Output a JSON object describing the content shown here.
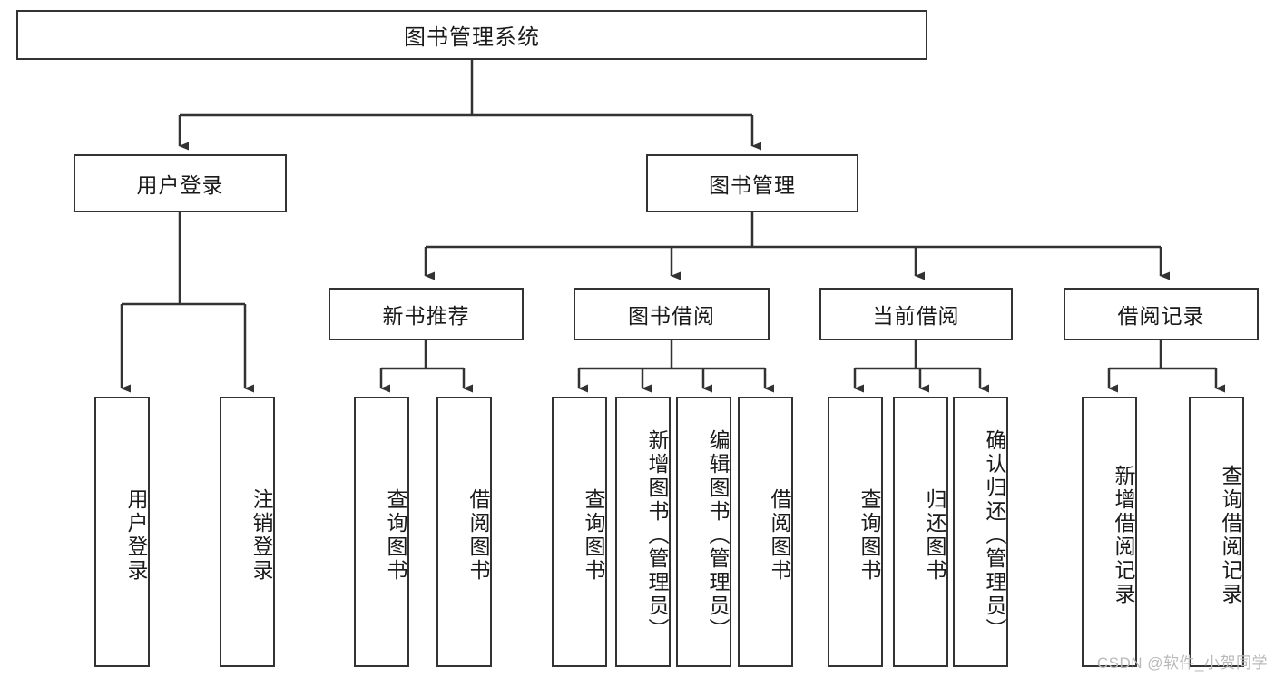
{
  "diagram": {
    "title": "图书管理系统",
    "type": "tree",
    "orientation": "top-down",
    "colors": {
      "node_border": "#333333",
      "node_fill": "#ffffff",
      "edge": "#333333",
      "text": "#1a1a1a",
      "watermark": "#b9b9b9",
      "background": "#ffffff"
    },
    "root": {
      "label": "图书管理系统"
    },
    "level1": [
      {
        "label": "用户登录"
      },
      {
        "label": "图书管理"
      }
    ],
    "level2": [
      {
        "label": "新书推荐"
      },
      {
        "label": "图书借阅"
      },
      {
        "label": "当前借阅"
      },
      {
        "label": "借阅记录"
      }
    ],
    "leaves": {
      "user_login": [
        {
          "label": "用户登录"
        },
        {
          "label": "注销登录"
        }
      ],
      "new_book_recommend": [
        {
          "label": "查询图书"
        },
        {
          "label": "借阅图书"
        }
      ],
      "book_borrow": [
        {
          "label": "查询图书"
        },
        {
          "label": "新增图书（管理员）"
        },
        {
          "label": "编辑图书（管理员）"
        },
        {
          "label": "借阅图书"
        }
      ],
      "current_borrow": [
        {
          "label": "查询图书"
        },
        {
          "label": "归还图书"
        },
        {
          "label": "确认归还（管理员）"
        }
      ],
      "borrow_record": [
        {
          "label": "新增借阅记录"
        },
        {
          "label": "查询借阅记录"
        }
      ]
    }
  },
  "watermark": {
    "text": "CSDN @软件_小贺同学"
  }
}
